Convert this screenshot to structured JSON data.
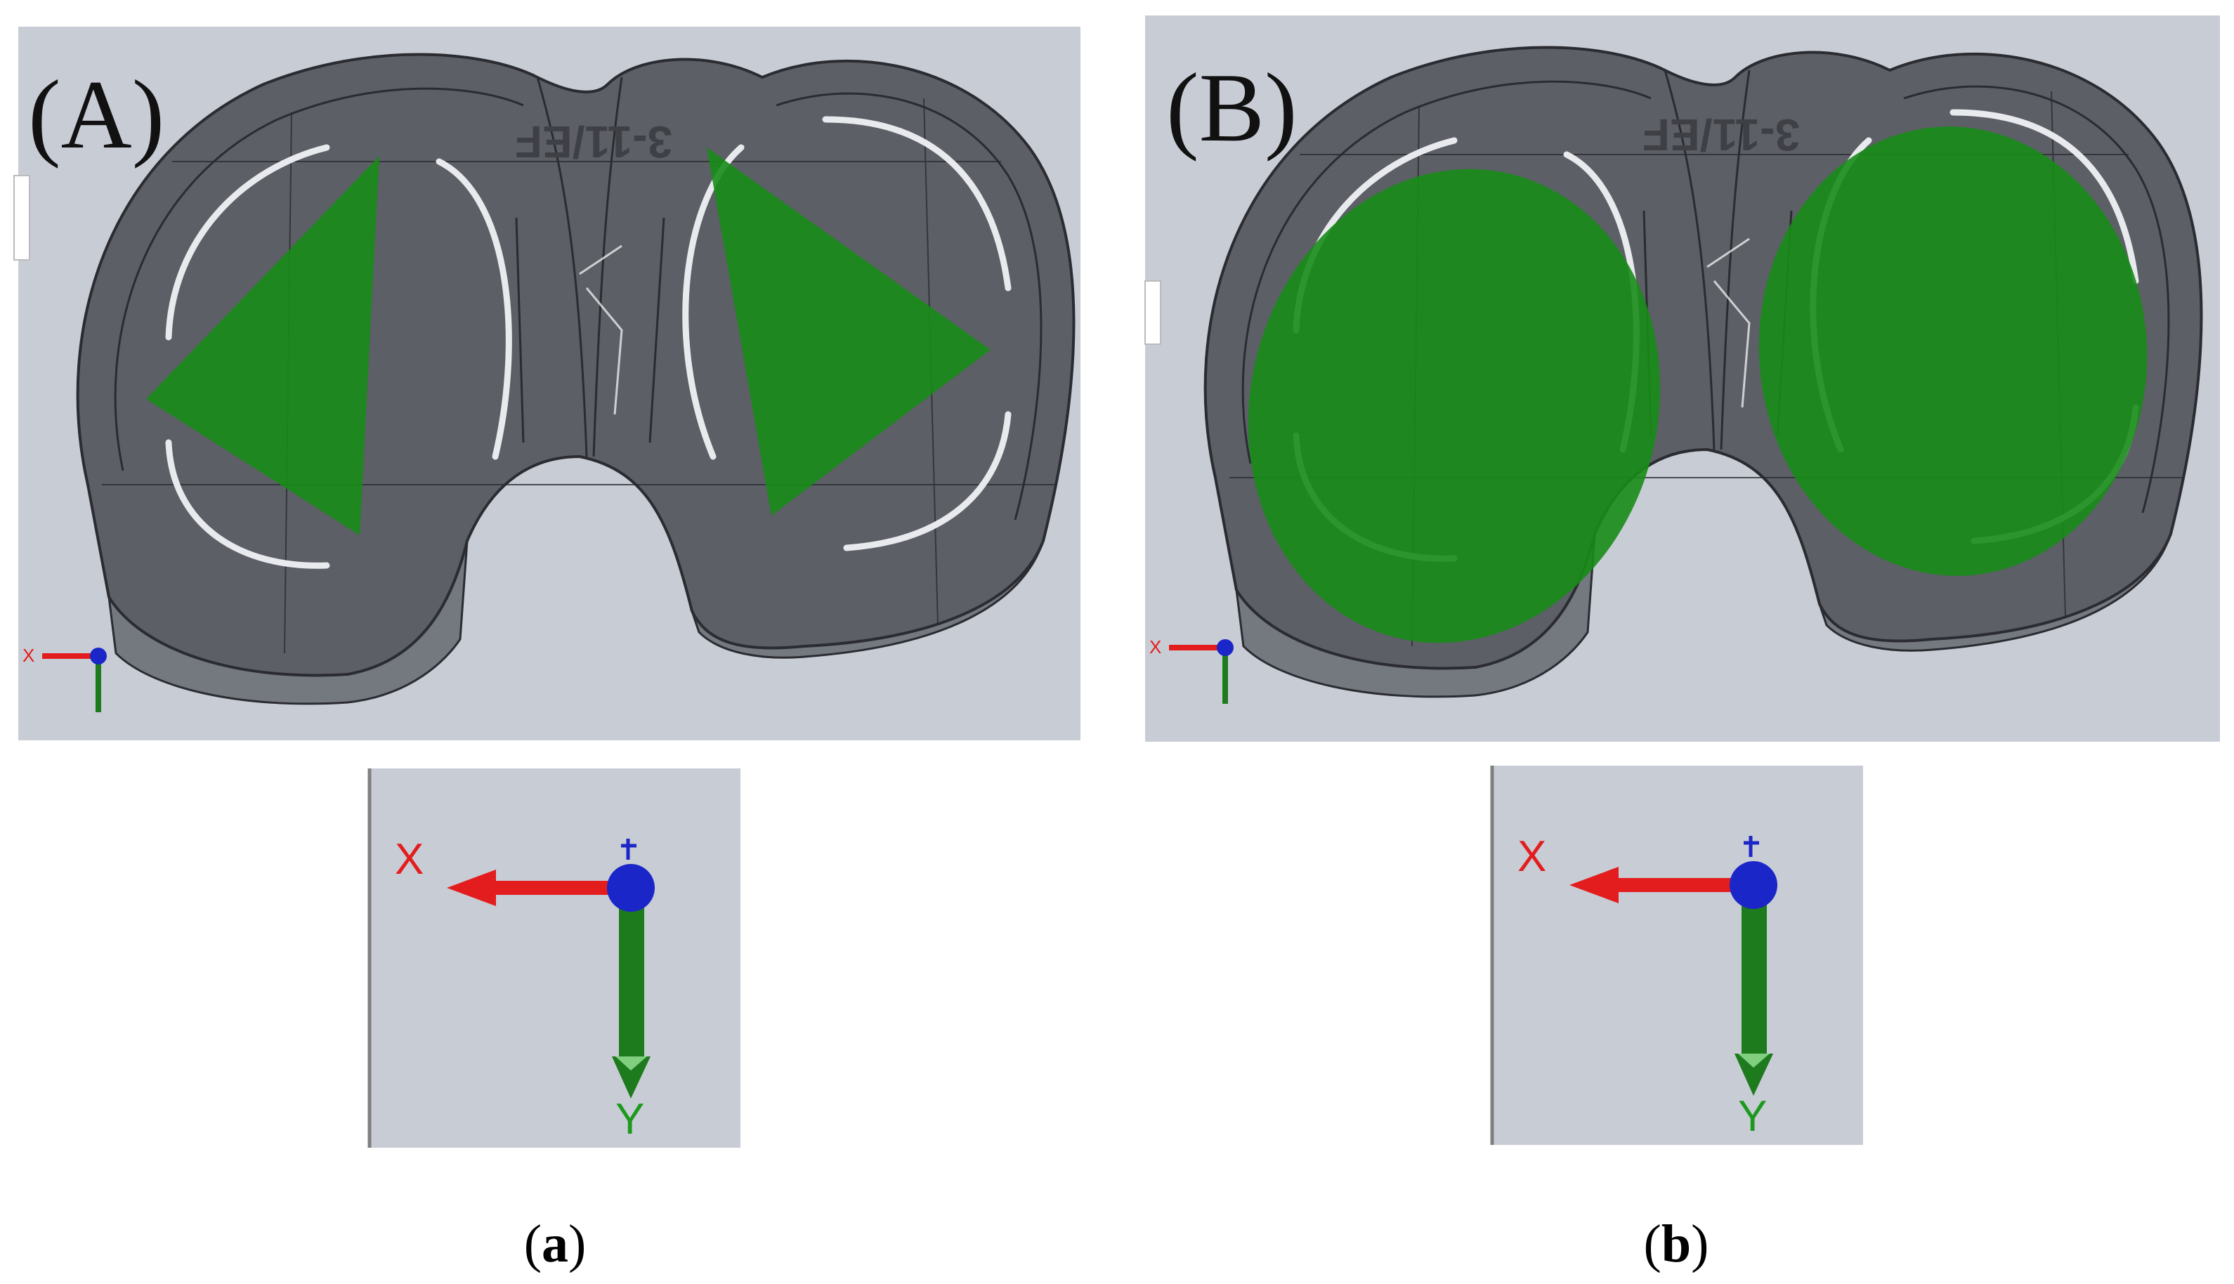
{
  "panels": [
    {
      "label": "(A)",
      "part_text": "3-11/EF",
      "contact_shape": "triangles",
      "caption_open": "(",
      "caption_letter": "a",
      "caption_close": ")"
    },
    {
      "label": "(B)",
      "part_text": "3-11/EF",
      "contact_shape": "ellipses",
      "caption_open": "(",
      "caption_letter": "b",
      "caption_close": ")"
    }
  ],
  "axes": {
    "x_label": "X",
    "y_label": "Y"
  },
  "colors": {
    "background": "#ffffff",
    "viewport": "#c8ccd5",
    "implant_fill": "#5c5f66",
    "implant_edge": "#2a2c31",
    "implant_side": "#74787f",
    "contact_area": "#178c17",
    "slot": "#e8eaee",
    "axis_x": "#e31d1d",
    "axis_y": "#1d7a1d",
    "axis_z": "#1b26c8"
  }
}
